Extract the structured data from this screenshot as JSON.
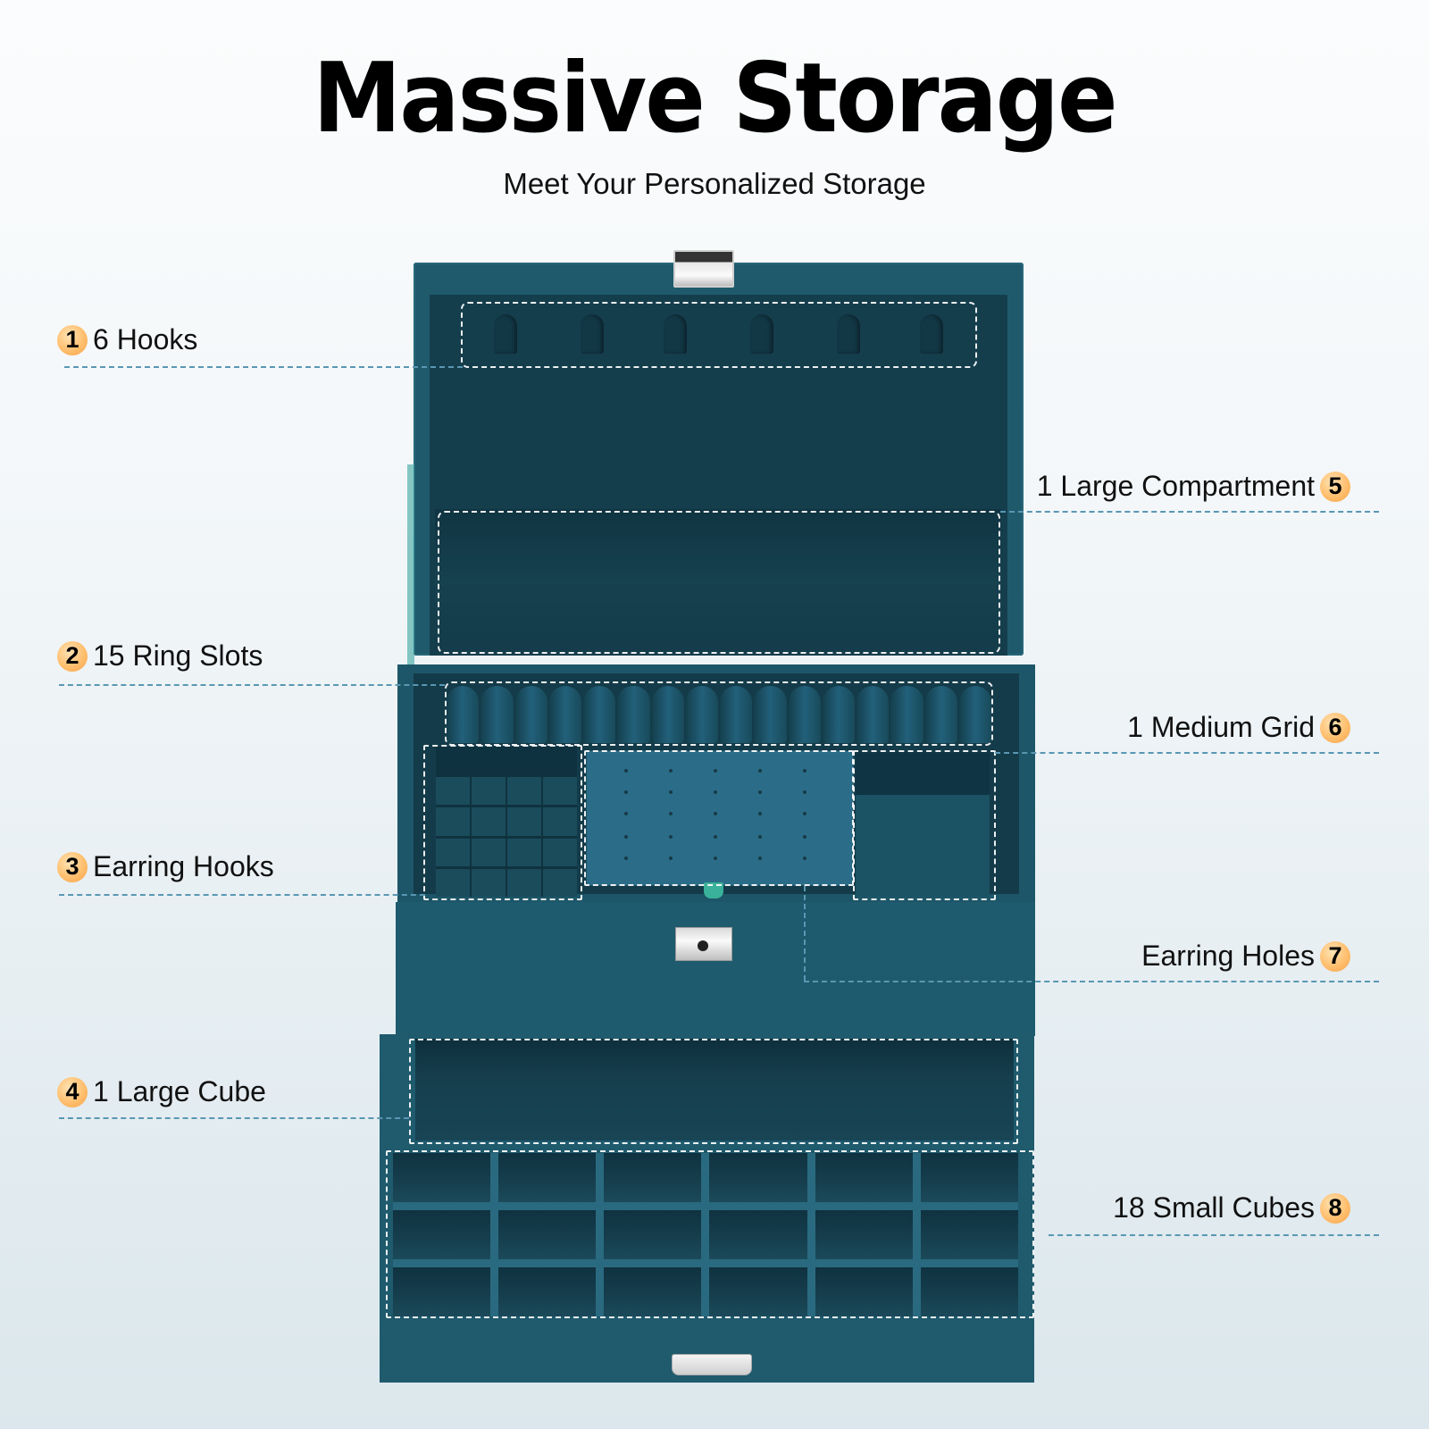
{
  "header": {
    "title": "Massive Storage",
    "subtitle": "Meet Your Personalized Storage"
  },
  "callouts": [
    {
      "number": "1",
      "label": "6 Hooks",
      "side": "left"
    },
    {
      "number": "2",
      "label": "15 Ring Slots",
      "side": "left"
    },
    {
      "number": "3",
      "label": "Earring Hooks",
      "side": "left"
    },
    {
      "number": "4",
      "label": "1 Large Cube",
      "side": "left"
    },
    {
      "number": "5",
      "label": "1 Large Compartment",
      "side": "right"
    },
    {
      "number": "6",
      "label": "1 Medium Grid",
      "side": "right"
    },
    {
      "number": "7",
      "label": "Earring Holes",
      "side": "right"
    },
    {
      "number": "8",
      "label": "18 Small Cubes",
      "side": "right"
    }
  ],
  "colors": {
    "box_teal": "#1f5a6c",
    "badge_orange": "#ffbf6e",
    "leader_blue": "#5a97b3"
  }
}
